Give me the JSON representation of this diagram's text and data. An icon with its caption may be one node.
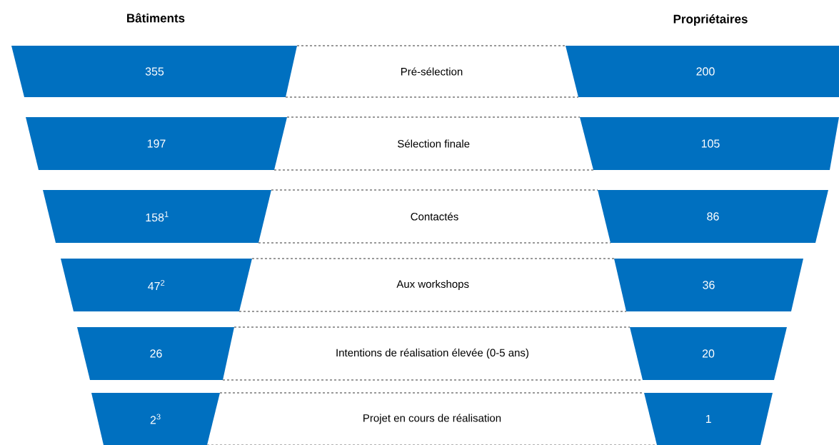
{
  "diagram": {
    "nodes": [
      {
        "text": [
          "355"
        ]
      },
      {
        "text": [
          "Pré-sélection"
        ]
      },
      {
        "text": [
          "200"
        ]
      },
      {
        "text": [
          "197"
        ]
      },
      {
        "text": [
          "Sélection finale"
        ]
      },
      {
        "text": [
          "105"
        ]
      },
      {
        "text": [
          "158$^{1}$"
        ]
      },
      {
        "text": [
          "Contactés"
        ]
      },
      {
        "text": [
          "86"
        ]
      },
      {
        "text": [
          "47$^{2}$"
        ]
      },
      {
        "text": [
          "Aux workshops"
        ]
      },
      {
        "text": [
          "36"
        ]
      },
      {
        "text": [
          "26"
        ]
      },
      {
        "text": [
          "Intentions de réalisation élevée (0-5 ans)"
        ]
      },
      {
        "text": [
          "20"
        ]
      },
      {
        "text": [
          "2$^{3}$"
        ]
      },
      {
        "text": [
          "Projet en cours de réalisation"
        ]
      },
      {
        "text": [
          "1"
        ]
      }
    ],
    "labels": [
      "Bâtiments",
      "Propriétaires"
    ]
  }
}
